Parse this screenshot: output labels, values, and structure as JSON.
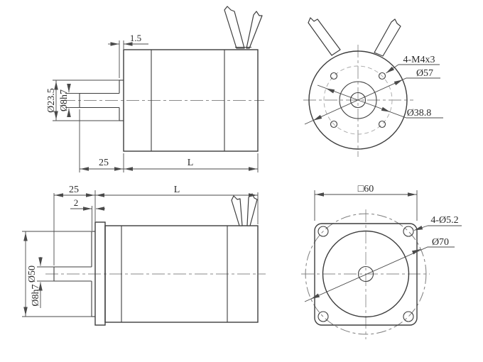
{
  "drawing": {
    "kind": "motor-outline-technical-drawing",
    "colors": {
      "background": "#ffffff",
      "outline": "#3d3d3d",
      "dimension": "#4a4a4a",
      "centerline": "#8a8a8a"
    },
    "views": {
      "side_round": {
        "dims": {
          "front_step": "1.5",
          "pilot_dia": "Ø23.5",
          "shaft_dia": "Ø8h7",
          "shaft_length": "25",
          "body_length": "L"
        }
      },
      "front_round": {
        "dims": {
          "mounting_holes": "4-M4x3",
          "outer_dia": "Ø57",
          "bolt_circle": "Ø38.8"
        }
      },
      "side_square": {
        "dims": {
          "shaft_length": "25",
          "pilot_step": "2",
          "body_length": "L",
          "pilot_dia": "Ø50",
          "shaft_dia": "Ø8h7"
        }
      },
      "front_square": {
        "dims": {
          "frame_size": "□60",
          "mounting_holes": "4-Ø5.2",
          "bolt_circle": "Ø70"
        }
      }
    }
  }
}
